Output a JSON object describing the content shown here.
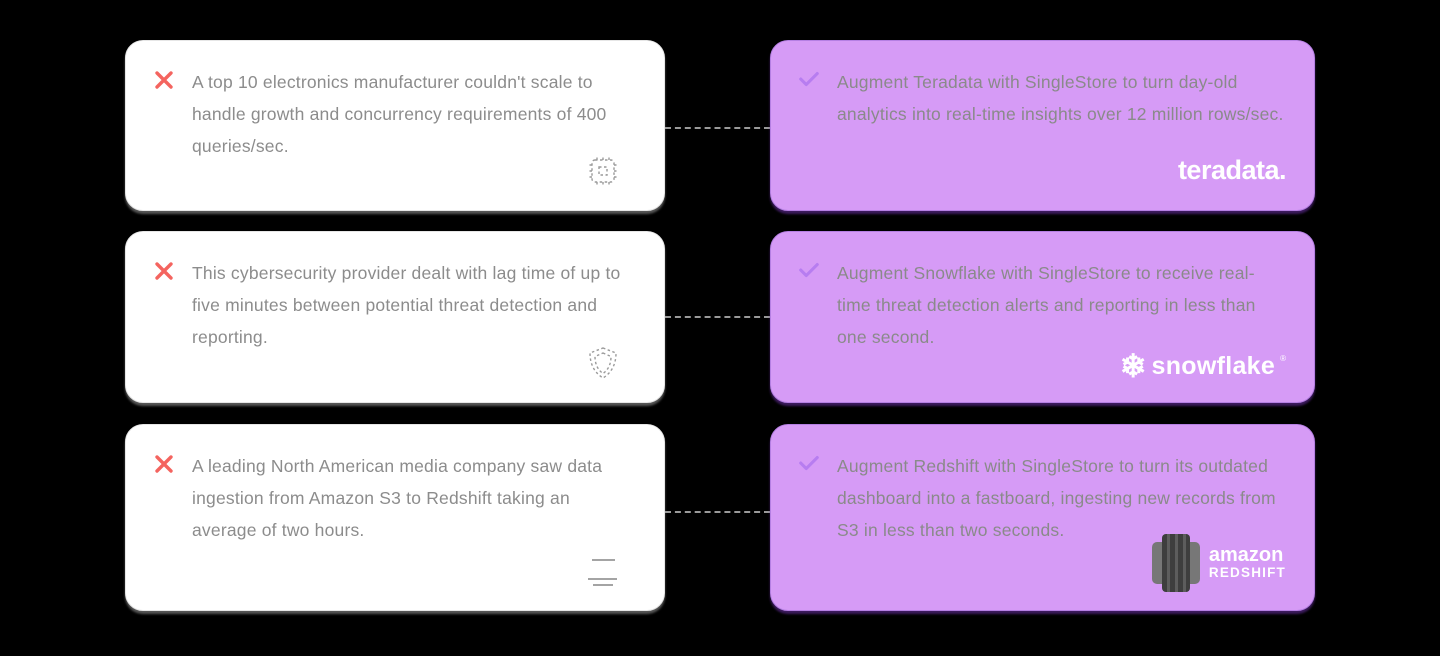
{
  "page": {
    "background": "#000000",
    "description": "Problem vs solution comparison cards"
  },
  "colors": {
    "card_white": "#ffffff",
    "card_purple": "#d69bf6",
    "purple_border": "#b57fe3",
    "text_gray": "#8c8c8c",
    "x_mark_red": "#f4645f",
    "check_mark_purple": "#b77df0",
    "connector_gray": "#9a9a9a",
    "logo_white": "#ffffff",
    "redshift_icon_dark": "#3e3e3e"
  },
  "rows": [
    {
      "problem": {
        "text": "A top 10 electronics manufacturer couldn't scale to handle growth and concurrency requirements of 400 queries/sec.",
        "icon": "chip-icon"
      },
      "solution": {
        "text": "Augment Teradata with SingleStore to turn day-old analytics into real-time insights over 12 million rows/sec.",
        "vendor": "Teradata",
        "logo_text": "teradata."
      }
    },
    {
      "problem": {
        "text": "This cybersecurity provider dealt with lag time of up to five minutes between potential threat detection and reporting.",
        "icon": "shield-icon"
      },
      "solution": {
        "text": "Augment Snowflake with SingleStore to receive real-time threat detection alerts and reporting in less than one second.",
        "vendor": "Snowflake",
        "logo_glyph": "❄",
        "logo_text": "snowflake",
        "logo_reg": "®"
      }
    },
    {
      "problem": {
        "text": "A leading North American media company saw data ingestion from Amazon S3 to Redshift taking an average of two hours.",
        "icon": "media-lines-icon"
      },
      "solution": {
        "text": "Augment Redshift with SingleStore to turn its outdated dashboard into a fastboard, ingesting new records from S3 in less than two seconds.",
        "vendor": "Amazon Redshift",
        "logo_text_top": "amazon",
        "logo_text_bottom": "REDSHIFT"
      }
    }
  ]
}
